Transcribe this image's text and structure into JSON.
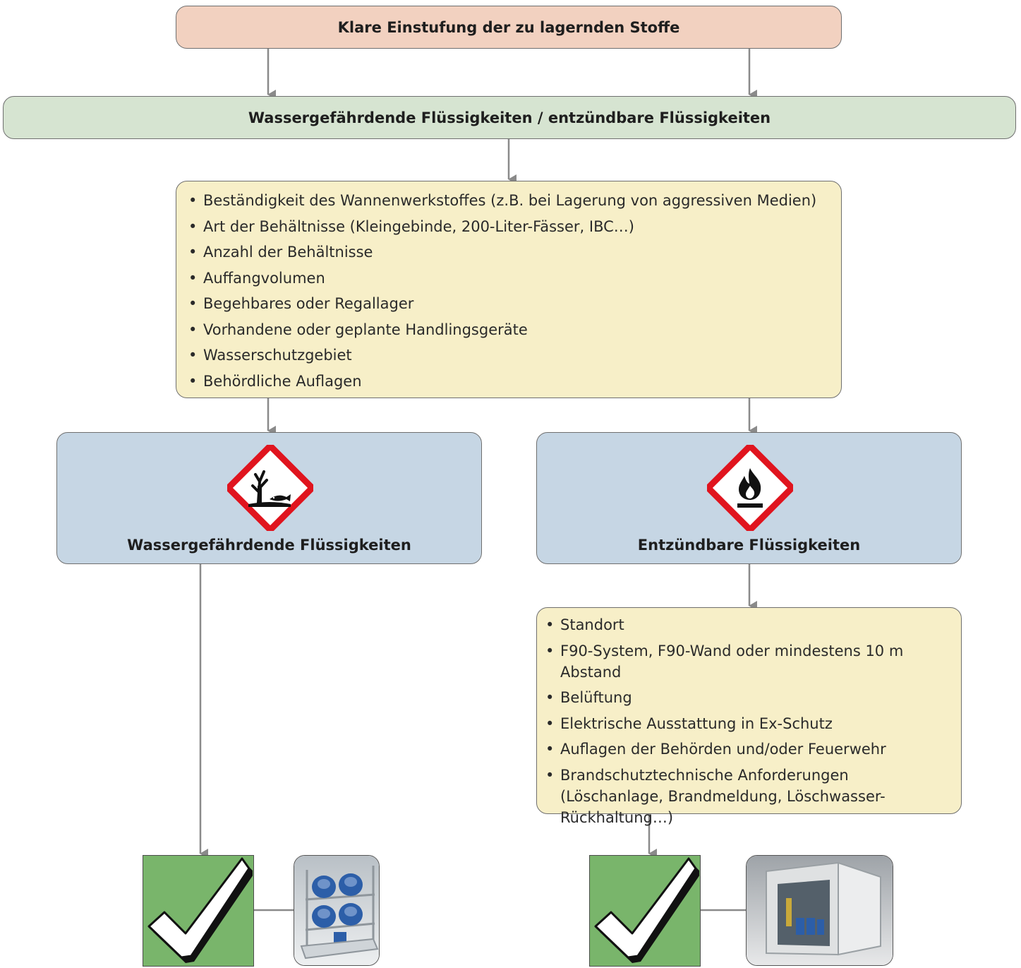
{
  "top_box": {
    "title": "Klare Einstufung der zu lagernden Stoffe"
  },
  "class_box": {
    "title": "Wassergefährdende Flüssigkeiten / entzündbare Flüssigkeiten"
  },
  "criteria": {
    "items": [
      "Beständigkeit des Wannenwerkstoffes (z.B. bei Lagerung von aggressiven Medien)",
      "Art der Behältnisse (Kleingebinde, 200-Liter-Fässer, IBC…)",
      "Anzahl der Behältnisse",
      "Auffangvolumen",
      "Begehbares oder Regallager",
      "Vorhandene oder geplante Handlingsgeräte",
      "Wasserschutzgebiet",
      "Behördliche Auflagen"
    ]
  },
  "water_box": {
    "title": "Wassergefährdende Flüssigkeiten",
    "icon": "environment-hazard-icon"
  },
  "flammable_box": {
    "title": "Entzündbare Flüssigkeiten",
    "icon": "flame-hazard-icon"
  },
  "flammable_criteria": {
    "items": [
      "Standort",
      "F90-System, F90-Wand oder mindestens 10 m Abstand",
      "Belüftung",
      "Elektrische Ausstattung in Ex-Schutz",
      "Auflagen der Behörden und/oder Feuerwehr",
      "Brandschutztechnische Anforderungen (Löschanlage, Brandmeldung, Löschwasser-Rückhaltung…)"
    ]
  },
  "colors": {
    "top": "#f2d1c0",
    "class": "#d6e4d1",
    "criteria": "#f7efc8",
    "category": "#c6d6e4",
    "check": "#79b56b",
    "hazard_red": "#e0141e",
    "connector": "#8a8a8a"
  }
}
